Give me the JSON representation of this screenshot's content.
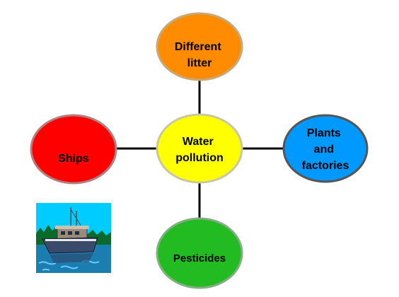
{
  "diagram": {
    "center": {
      "lines": [
        "Water",
        "pollution"
      ],
      "fill": "#ffff00",
      "stroke": "#c8c8a0"
    },
    "top": {
      "lines": [
        "Different",
        "litter"
      ],
      "fill": "#ff8c00",
      "stroke": "#c8a878"
    },
    "left": {
      "lines": [
        "Ships"
      ],
      "fill": "#ff0000",
      "stroke": "#b08080"
    },
    "right": {
      "lines": [
        "Plants",
        "and",
        "factories"
      ],
      "fill": "#0099ff",
      "stroke": "#555555"
    },
    "bottom": {
      "lines": [
        "Pesticides"
      ],
      "fill": "#22bb22",
      "stroke": "#80b080"
    }
  },
  "clipart": {
    "subject": "boat-clipart"
  }
}
